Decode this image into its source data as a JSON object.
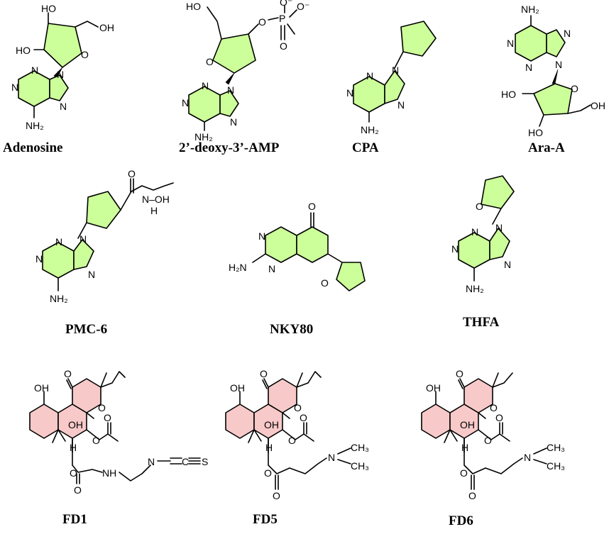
{
  "colors": {
    "green": "#ccff99",
    "pink": "#f8c9c9"
  },
  "compounds": [
    {
      "name": "Adenosine"
    },
    {
      "name": "2’-deoxy-3’-AMP"
    },
    {
      "name": "CPA"
    },
    {
      "name": "Ara-A"
    },
    {
      "name": "PMC-6"
    },
    {
      "name": "NKY80"
    },
    {
      "name": "THFA"
    },
    {
      "name": "FD1"
    },
    {
      "name": "FD5"
    },
    {
      "name": "FD6"
    }
  ],
  "atoms": {
    "N": "N",
    "O": "O",
    "S": "S",
    "C": "C",
    "P": "P",
    "H": "H",
    "NH2": "NH₂",
    "H2N": "H₂N",
    "HO": "HO",
    "OH": "OH",
    "Ominus": "O⁻",
    "NH": "NH",
    "NOH": "N–OH",
    "CH3": "CH₃"
  }
}
